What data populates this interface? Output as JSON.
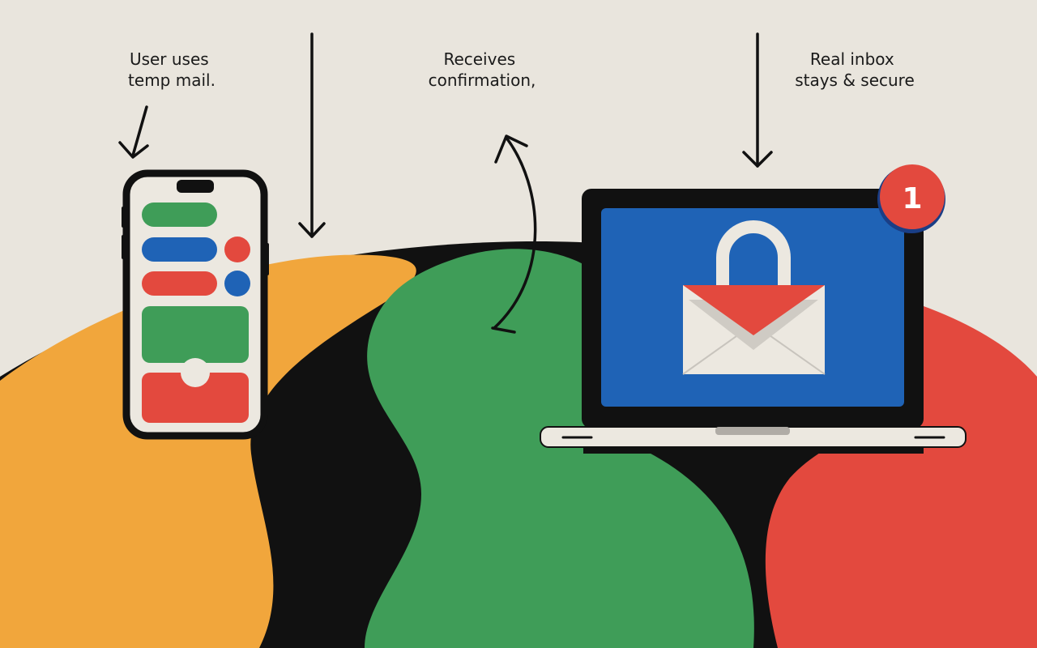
{
  "labels": {
    "step1": {
      "line1": "User uses",
      "line2": "temp mail."
    },
    "step2": {
      "line1": "Receives",
      "line2": "confirmation,"
    },
    "step3": {
      "line1": "Real inbox",
      "line2": "stays & secure"
    }
  },
  "badge": {
    "count": "1"
  },
  "icons": [
    "phone-icon",
    "laptop-icon",
    "lock-icon",
    "envelope-icon",
    "notification-badge",
    "arrow-down-icon",
    "curved-arrow-up-icon"
  ],
  "colors": {
    "background": "#e9e5dd",
    "orange": "#f1a63c",
    "green": "#3f9d58",
    "red": "#e3493e",
    "blue": "#1f63b6",
    "black": "#111111"
  }
}
